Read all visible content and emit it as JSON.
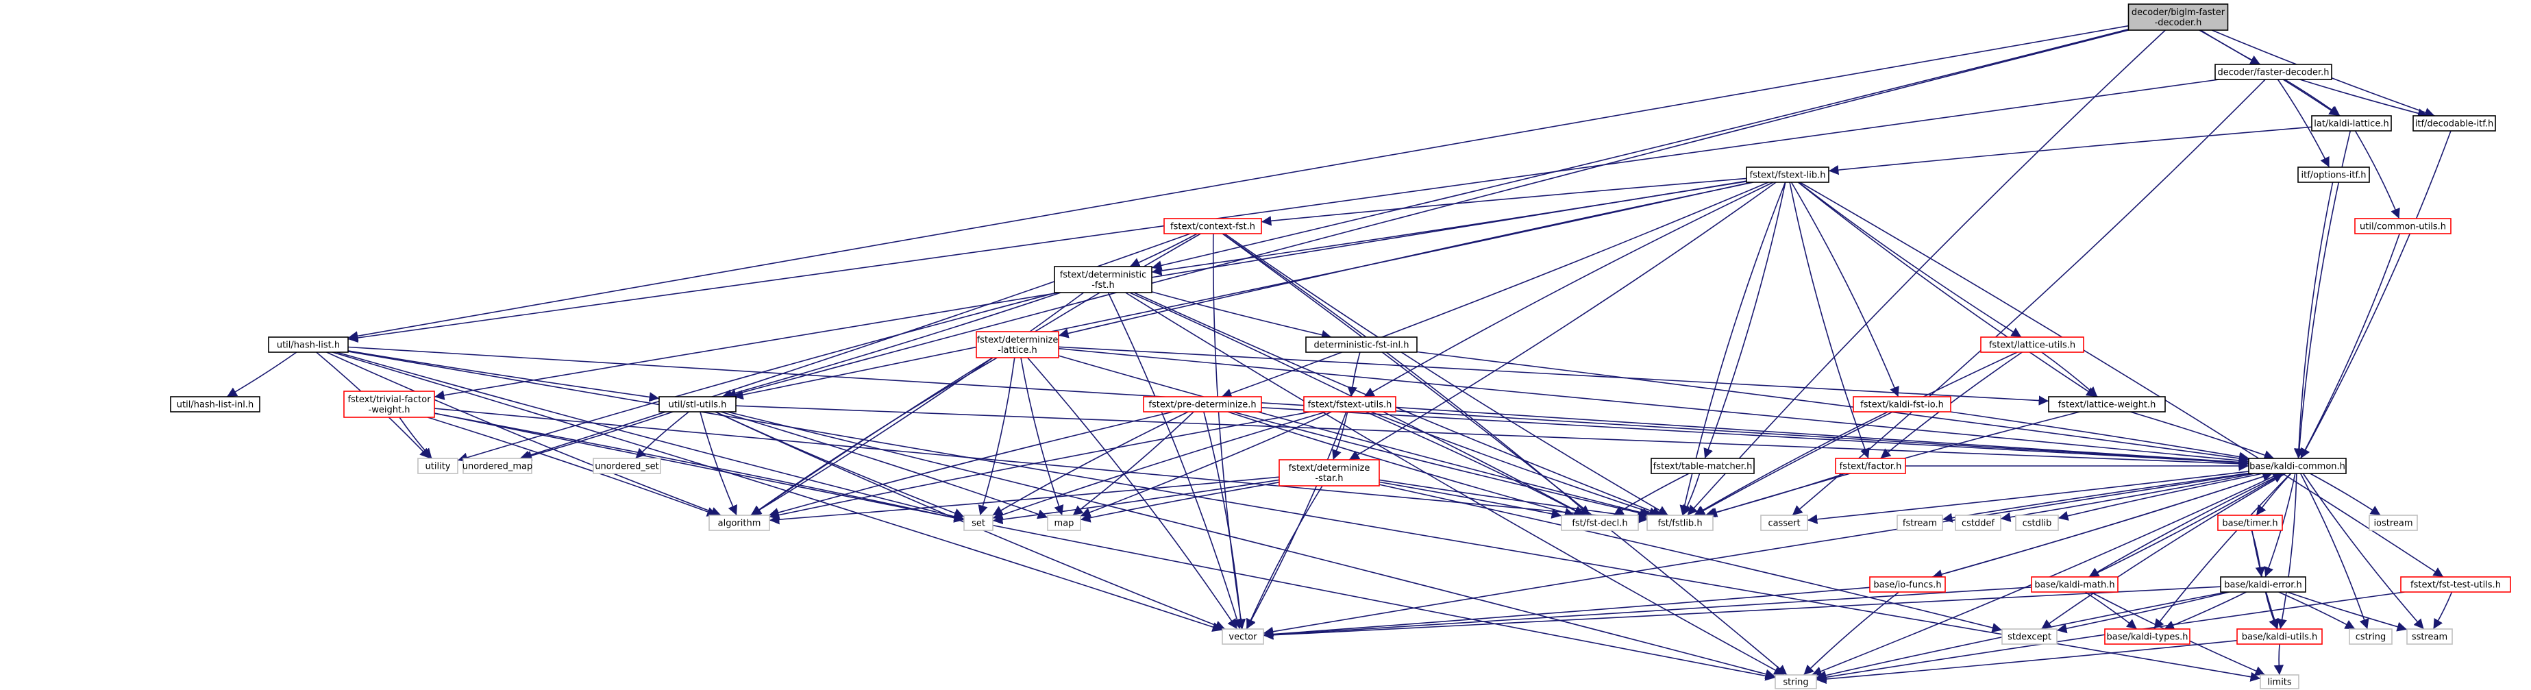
{
  "colors": {
    "edge": "#191970",
    "box_border_black": "#000000",
    "box_border_red": "#ff0000",
    "box_border_gray": "#bfbfbf",
    "root_fill": "#bfbfbf",
    "box_fill": "#ffffff"
  },
  "nodes": [
    {
      "id": "root",
      "lines": [
        "decoder/biglm-faster",
        "-decoder.h"
      ],
      "style": "root"
    },
    {
      "id": "fasterdec",
      "lines": [
        "decoder/faster-decoder.h"
      ],
      "style": "black"
    },
    {
      "id": "kaldilattice",
      "lines": [
        "lat/kaldi-lattice.h"
      ],
      "style": "black"
    },
    {
      "id": "decodableitf",
      "lines": [
        "itf/decodable-itf.h"
      ],
      "style": "black"
    },
    {
      "id": "fstextlib",
      "lines": [
        "fstext/fstext-lib.h"
      ],
      "style": "black"
    },
    {
      "id": "optionsitf",
      "lines": [
        "itf/options-itf.h"
      ],
      "style": "black"
    },
    {
      "id": "contextfst",
      "lines": [
        "fstext/context-fst.h"
      ],
      "style": "red"
    },
    {
      "id": "commonutils",
      "lines": [
        "util/common-utils.h"
      ],
      "style": "red"
    },
    {
      "id": "deterministicfst",
      "lines": [
        "fstext/deterministic",
        "-fst.h"
      ],
      "style": "black"
    },
    {
      "id": "hashlist",
      "lines": [
        "util/hash-list.h"
      ],
      "style": "black"
    },
    {
      "id": "determinizelattice",
      "lines": [
        "fstext/determinize",
        "-lattice.h"
      ],
      "style": "red"
    },
    {
      "id": "detfstinl",
      "lines": [
        "deterministic-fst-inl.h"
      ],
      "style": "black"
    },
    {
      "id": "latticeutils",
      "lines": [
        "fstext/lattice-utils.h"
      ],
      "style": "red"
    },
    {
      "id": "hashlistinl",
      "lines": [
        "util/hash-list-inl.h"
      ],
      "style": "black"
    },
    {
      "id": "trivialfactor",
      "lines": [
        "fstext/trivial-factor",
        "-weight.h"
      ],
      "style": "red"
    },
    {
      "id": "stlutils",
      "lines": [
        "util/stl-utils.h"
      ],
      "style": "black"
    },
    {
      "id": "predeterminize",
      "lines": [
        "fstext/pre-determinize.h"
      ],
      "style": "red"
    },
    {
      "id": "fstextutils",
      "lines": [
        "fstext/fstext-utils.h"
      ],
      "style": "red"
    },
    {
      "id": "kaldifstio",
      "lines": [
        "fstext/kaldi-fst-io.h"
      ],
      "style": "red"
    },
    {
      "id": "latticeweight",
      "lines": [
        "fstext/lattice-weight.h"
      ],
      "style": "black"
    },
    {
      "id": "tablematcher",
      "lines": [
        "fstext/table-matcher.h"
      ],
      "style": "black"
    },
    {
      "id": "factor",
      "lines": [
        "fstext/factor.h"
      ],
      "style": "red"
    },
    {
      "id": "kaldicommon",
      "lines": [
        "base/kaldi-common.h"
      ],
      "style": "black"
    },
    {
      "id": "utility",
      "lines": [
        "utility"
      ],
      "style": "gray"
    },
    {
      "id": "unordered_map",
      "lines": [
        "unordered_map"
      ],
      "style": "gray"
    },
    {
      "id": "unordered_set",
      "lines": [
        "unordered_set"
      ],
      "style": "gray"
    },
    {
      "id": "determinizestar",
      "lines": [
        "fstext/determinize",
        "-star.h"
      ],
      "style": "red"
    },
    {
      "id": "algorithm",
      "lines": [
        "algorithm"
      ],
      "style": "gray"
    },
    {
      "id": "set",
      "lines": [
        "set"
      ],
      "style": "gray"
    },
    {
      "id": "map",
      "lines": [
        "map"
      ],
      "style": "gray"
    },
    {
      "id": "fstdecl",
      "lines": [
        "fst/fst-decl.h"
      ],
      "style": "gray"
    },
    {
      "id": "fstlib",
      "lines": [
        "fst/fstlib.h"
      ],
      "style": "gray"
    },
    {
      "id": "cassert",
      "lines": [
        "cassert"
      ],
      "style": "gray"
    },
    {
      "id": "fstream",
      "lines": [
        "fstream"
      ],
      "style": "gray"
    },
    {
      "id": "cstddef",
      "lines": [
        "cstddef"
      ],
      "style": "gray"
    },
    {
      "id": "cstdlib",
      "lines": [
        "cstdlib"
      ],
      "style": "gray"
    },
    {
      "id": "iostream",
      "lines": [
        "iostream"
      ],
      "style": "gray"
    },
    {
      "id": "timer",
      "lines": [
        "base/timer.h"
      ],
      "style": "red"
    },
    {
      "id": "fsttestutils",
      "lines": [
        "fstext/fst-test-utils.h"
      ],
      "style": "red"
    },
    {
      "id": "iofuncs",
      "lines": [
        "base/io-funcs.h"
      ],
      "style": "red"
    },
    {
      "id": "kaldimath",
      "lines": [
        "base/kaldi-math.h"
      ],
      "style": "red"
    },
    {
      "id": "kaldierror",
      "lines": [
        "base/kaldi-error.h"
      ],
      "style": "black"
    },
    {
      "id": "vector",
      "lines": [
        "vector"
      ],
      "style": "gray"
    },
    {
      "id": "stdexcept",
      "lines": [
        "stdexcept"
      ],
      "style": "gray"
    },
    {
      "id": "kalditypes",
      "lines": [
        "base/kaldi-types.h"
      ],
      "style": "red"
    },
    {
      "id": "kaldiutils",
      "lines": [
        "base/kaldi-utils.h"
      ],
      "style": "red"
    },
    {
      "id": "cstring",
      "lines": [
        "cstring"
      ],
      "style": "gray"
    },
    {
      "id": "sstream",
      "lines": [
        "sstream"
      ],
      "style": "gray"
    },
    {
      "id": "string",
      "lines": [
        "string"
      ],
      "style": "gray"
    },
    {
      "id": "limits",
      "lines": [
        "limits"
      ],
      "style": "gray"
    }
  ],
  "edges": [
    [
      "root",
      "fasterdec"
    ],
    [
      "root",
      "kaldilattice"
    ],
    [
      "root",
      "decodableitf"
    ],
    [
      "root",
      "hashlist"
    ],
    [
      "root",
      "stlutils"
    ],
    [
      "root",
      "deterministicfst"
    ],
    [
      "root",
      "fstlib"
    ],
    [
      "fasterdec",
      "kaldilattice"
    ],
    [
      "fasterdec",
      "decodableitf"
    ],
    [
      "fasterdec",
      "optionsitf"
    ],
    [
      "fasterdec",
      "hashlist"
    ],
    [
      "fasterdec",
      "cassert"
    ],
    [
      "kaldilattice",
      "fstextlib"
    ],
    [
      "kaldilattice",
      "commonutils"
    ],
    [
      "kaldilattice",
      "kaldicommon"
    ],
    [
      "decodableitf",
      "kaldicommon"
    ],
    [
      "optionsitf",
      "kaldicommon"
    ],
    [
      "commonutils",
      "kaldicommon"
    ],
    [
      "fstextlib",
      "contextfst"
    ],
    [
      "fstextlib",
      "deterministicfst"
    ],
    [
      "fstextlib",
      "determinizelattice"
    ],
    [
      "fstextlib",
      "predeterminize"
    ],
    [
      "fstextlib",
      "fstextutils"
    ],
    [
      "fstextlib",
      "kaldifstio"
    ],
    [
      "fstextlib",
      "latticeutils"
    ],
    [
      "fstextlib",
      "tablematcher"
    ],
    [
      "fstextlib",
      "factor"
    ],
    [
      "fstextlib",
      "determinizestar"
    ],
    [
      "fstextlib",
      "trivialfactor"
    ],
    [
      "fstextlib",
      "fsttestutils"
    ],
    [
      "fstextlib",
      "fstlib"
    ],
    [
      "fstextlib",
      "stlutils"
    ],
    [
      "fstextlib",
      "latticeweight"
    ],
    [
      "contextfst",
      "deterministicfst"
    ],
    [
      "contextfst",
      "algorithm"
    ],
    [
      "contextfst",
      "string"
    ],
    [
      "contextfst",
      "vector"
    ],
    [
      "contextfst",
      "fstdecl"
    ],
    [
      "contextfst",
      "fstlib"
    ],
    [
      "contextfst",
      "unordered_map"
    ],
    [
      "deterministicfst",
      "detfstinl"
    ],
    [
      "deterministicfst",
      "algorithm"
    ],
    [
      "deterministicfst",
      "string"
    ],
    [
      "deterministicfst",
      "vector"
    ],
    [
      "deterministicfst",
      "utility"
    ],
    [
      "deterministicfst",
      "stlutils"
    ],
    [
      "deterministicfst",
      "fstlib"
    ],
    [
      "deterministicfst",
      "fstdecl"
    ],
    [
      "detfstinl",
      "fstextutils"
    ],
    [
      "detfstinl",
      "kaldicommon"
    ],
    [
      "determinizelattice",
      "algorithm"
    ],
    [
      "determinizelattice",
      "set"
    ],
    [
      "determinizelattice",
      "map"
    ],
    [
      "determinizelattice",
      "vector"
    ],
    [
      "determinizelattice",
      "fstlib"
    ],
    [
      "determinizelattice",
      "kaldicommon"
    ],
    [
      "determinizelattice",
      "latticeweight"
    ],
    [
      "hashlist",
      "hashlistinl"
    ],
    [
      "hashlist",
      "stlutils"
    ],
    [
      "hashlist",
      "utility"
    ],
    [
      "hashlist",
      "algorithm"
    ],
    [
      "hashlist",
      "vector"
    ],
    [
      "hashlist",
      "set"
    ],
    [
      "hashlist",
      "kaldicommon"
    ],
    [
      "hashlist",
      "limits"
    ],
    [
      "trivialfactor",
      "algorithm"
    ],
    [
      "trivialfactor",
      "string"
    ],
    [
      "trivialfactor",
      "fstlib"
    ],
    [
      "trivialfactor",
      "utility"
    ],
    [
      "trivialfactor",
      "set"
    ],
    [
      "stlutils",
      "algorithm"
    ],
    [
      "stlutils",
      "map"
    ],
    [
      "stlutils",
      "set"
    ],
    [
      "stlutils",
      "string"
    ],
    [
      "stlutils",
      "vector"
    ],
    [
      "stlutils",
      "unordered_map"
    ],
    [
      "stlutils",
      "unordered_set"
    ],
    [
      "stlutils",
      "kaldicommon"
    ],
    [
      "predeterminize",
      "algorithm"
    ],
    [
      "predeterminize",
      "map"
    ],
    [
      "predeterminize",
      "set"
    ],
    [
      "predeterminize",
      "vector"
    ],
    [
      "predeterminize",
      "fstlib"
    ],
    [
      "predeterminize",
      "kaldicommon"
    ],
    [
      "predeterminize",
      "fstdecl"
    ],
    [
      "fstextutils",
      "determinizestar"
    ],
    [
      "fstextutils",
      "algorithm"
    ],
    [
      "fstextutils",
      "map"
    ],
    [
      "fstextutils",
      "set"
    ],
    [
      "fstextutils",
      "vector"
    ],
    [
      "fstextutils",
      "fstlib"
    ],
    [
      "fstextutils",
      "fstdecl"
    ],
    [
      "fstextutils",
      "kaldicommon"
    ],
    [
      "determinizestar",
      "algorithm"
    ],
    [
      "determinizestar",
      "map"
    ],
    [
      "determinizestar",
      "set"
    ],
    [
      "determinizestar",
      "vector"
    ],
    [
      "determinizestar",
      "stdexcept"
    ],
    [
      "determinizestar",
      "fstlib"
    ],
    [
      "determinizestar",
      "fstdecl"
    ],
    [
      "kaldifstio",
      "fstlib"
    ],
    [
      "kaldifstio",
      "kaldicommon"
    ],
    [
      "latticeutils",
      "factor"
    ],
    [
      "latticeutils",
      "latticeweight"
    ],
    [
      "latticeutils",
      "fstlib"
    ],
    [
      "latticeweight",
      "kaldicommon"
    ],
    [
      "latticeweight",
      "fstlib"
    ],
    [
      "tablematcher",
      "fstlib"
    ],
    [
      "tablematcher",
      "fstdecl"
    ],
    [
      "factor",
      "fstlib"
    ],
    [
      "factor",
      "kaldicommon"
    ],
    [
      "fsttestutils",
      "sstream"
    ],
    [
      "fsttestutils",
      "string"
    ],
    [
      "kaldicommon",
      "cassert"
    ],
    [
      "kaldicommon",
      "fstream"
    ],
    [
      "kaldicommon",
      "cstddef"
    ],
    [
      "kaldicommon",
      "cstdlib"
    ],
    [
      "kaldicommon",
      "iostream"
    ],
    [
      "kaldicommon",
      "timer"
    ],
    [
      "kaldicommon",
      "iofuncs"
    ],
    [
      "kaldicommon",
      "kaldimath"
    ],
    [
      "kaldicommon",
      "kaldierror"
    ],
    [
      "kaldicommon",
      "kalditypes"
    ],
    [
      "kaldicommon",
      "kaldiutils"
    ],
    [
      "kaldicommon",
      "stdexcept"
    ],
    [
      "kaldicommon",
      "string"
    ],
    [
      "kaldicommon",
      "vector"
    ],
    [
      "kaldicommon",
      "cstring"
    ],
    [
      "kaldicommon",
      "sstream"
    ],
    [
      "timer",
      "kaldierror"
    ],
    [
      "timer",
      "kaldiutils"
    ],
    [
      "iofuncs",
      "vector"
    ],
    [
      "iofuncs",
      "string"
    ],
    [
      "iofuncs",
      "kaldicommon"
    ],
    [
      "kaldimath",
      "vector"
    ],
    [
      "kaldimath",
      "kalditypes"
    ],
    [
      "kaldimath",
      "limits"
    ],
    [
      "kaldimath",
      "kaldicommon"
    ],
    [
      "kaldierror",
      "vector"
    ],
    [
      "kaldierror",
      "stdexcept"
    ],
    [
      "kaldierror",
      "string"
    ],
    [
      "kaldierror",
      "kalditypes"
    ],
    [
      "kaldierror",
      "kaldiutils"
    ],
    [
      "kaldierror",
      "cstring"
    ],
    [
      "kaldierror",
      "sstream"
    ],
    [
      "kaldiutils",
      "string"
    ],
    [
      "kaldiutils",
      "limits"
    ]
  ]
}
